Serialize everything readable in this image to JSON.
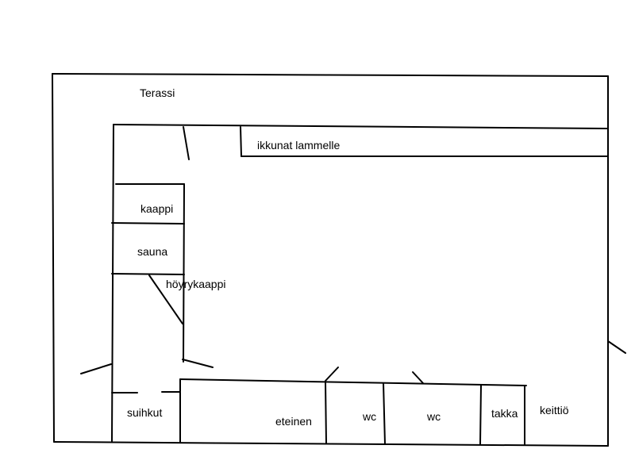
{
  "labels": {
    "terrace": "Terassi",
    "windows": "ikkunat lammelle",
    "closet": "kaappi",
    "sauna": "sauna",
    "steam_closet": "höyrykaappi",
    "showers": "suihkut",
    "hallway": "eteinen",
    "wc_1": "wc",
    "wc_2": "wc",
    "fireplace": "takka",
    "kitchen": "keittiö"
  }
}
